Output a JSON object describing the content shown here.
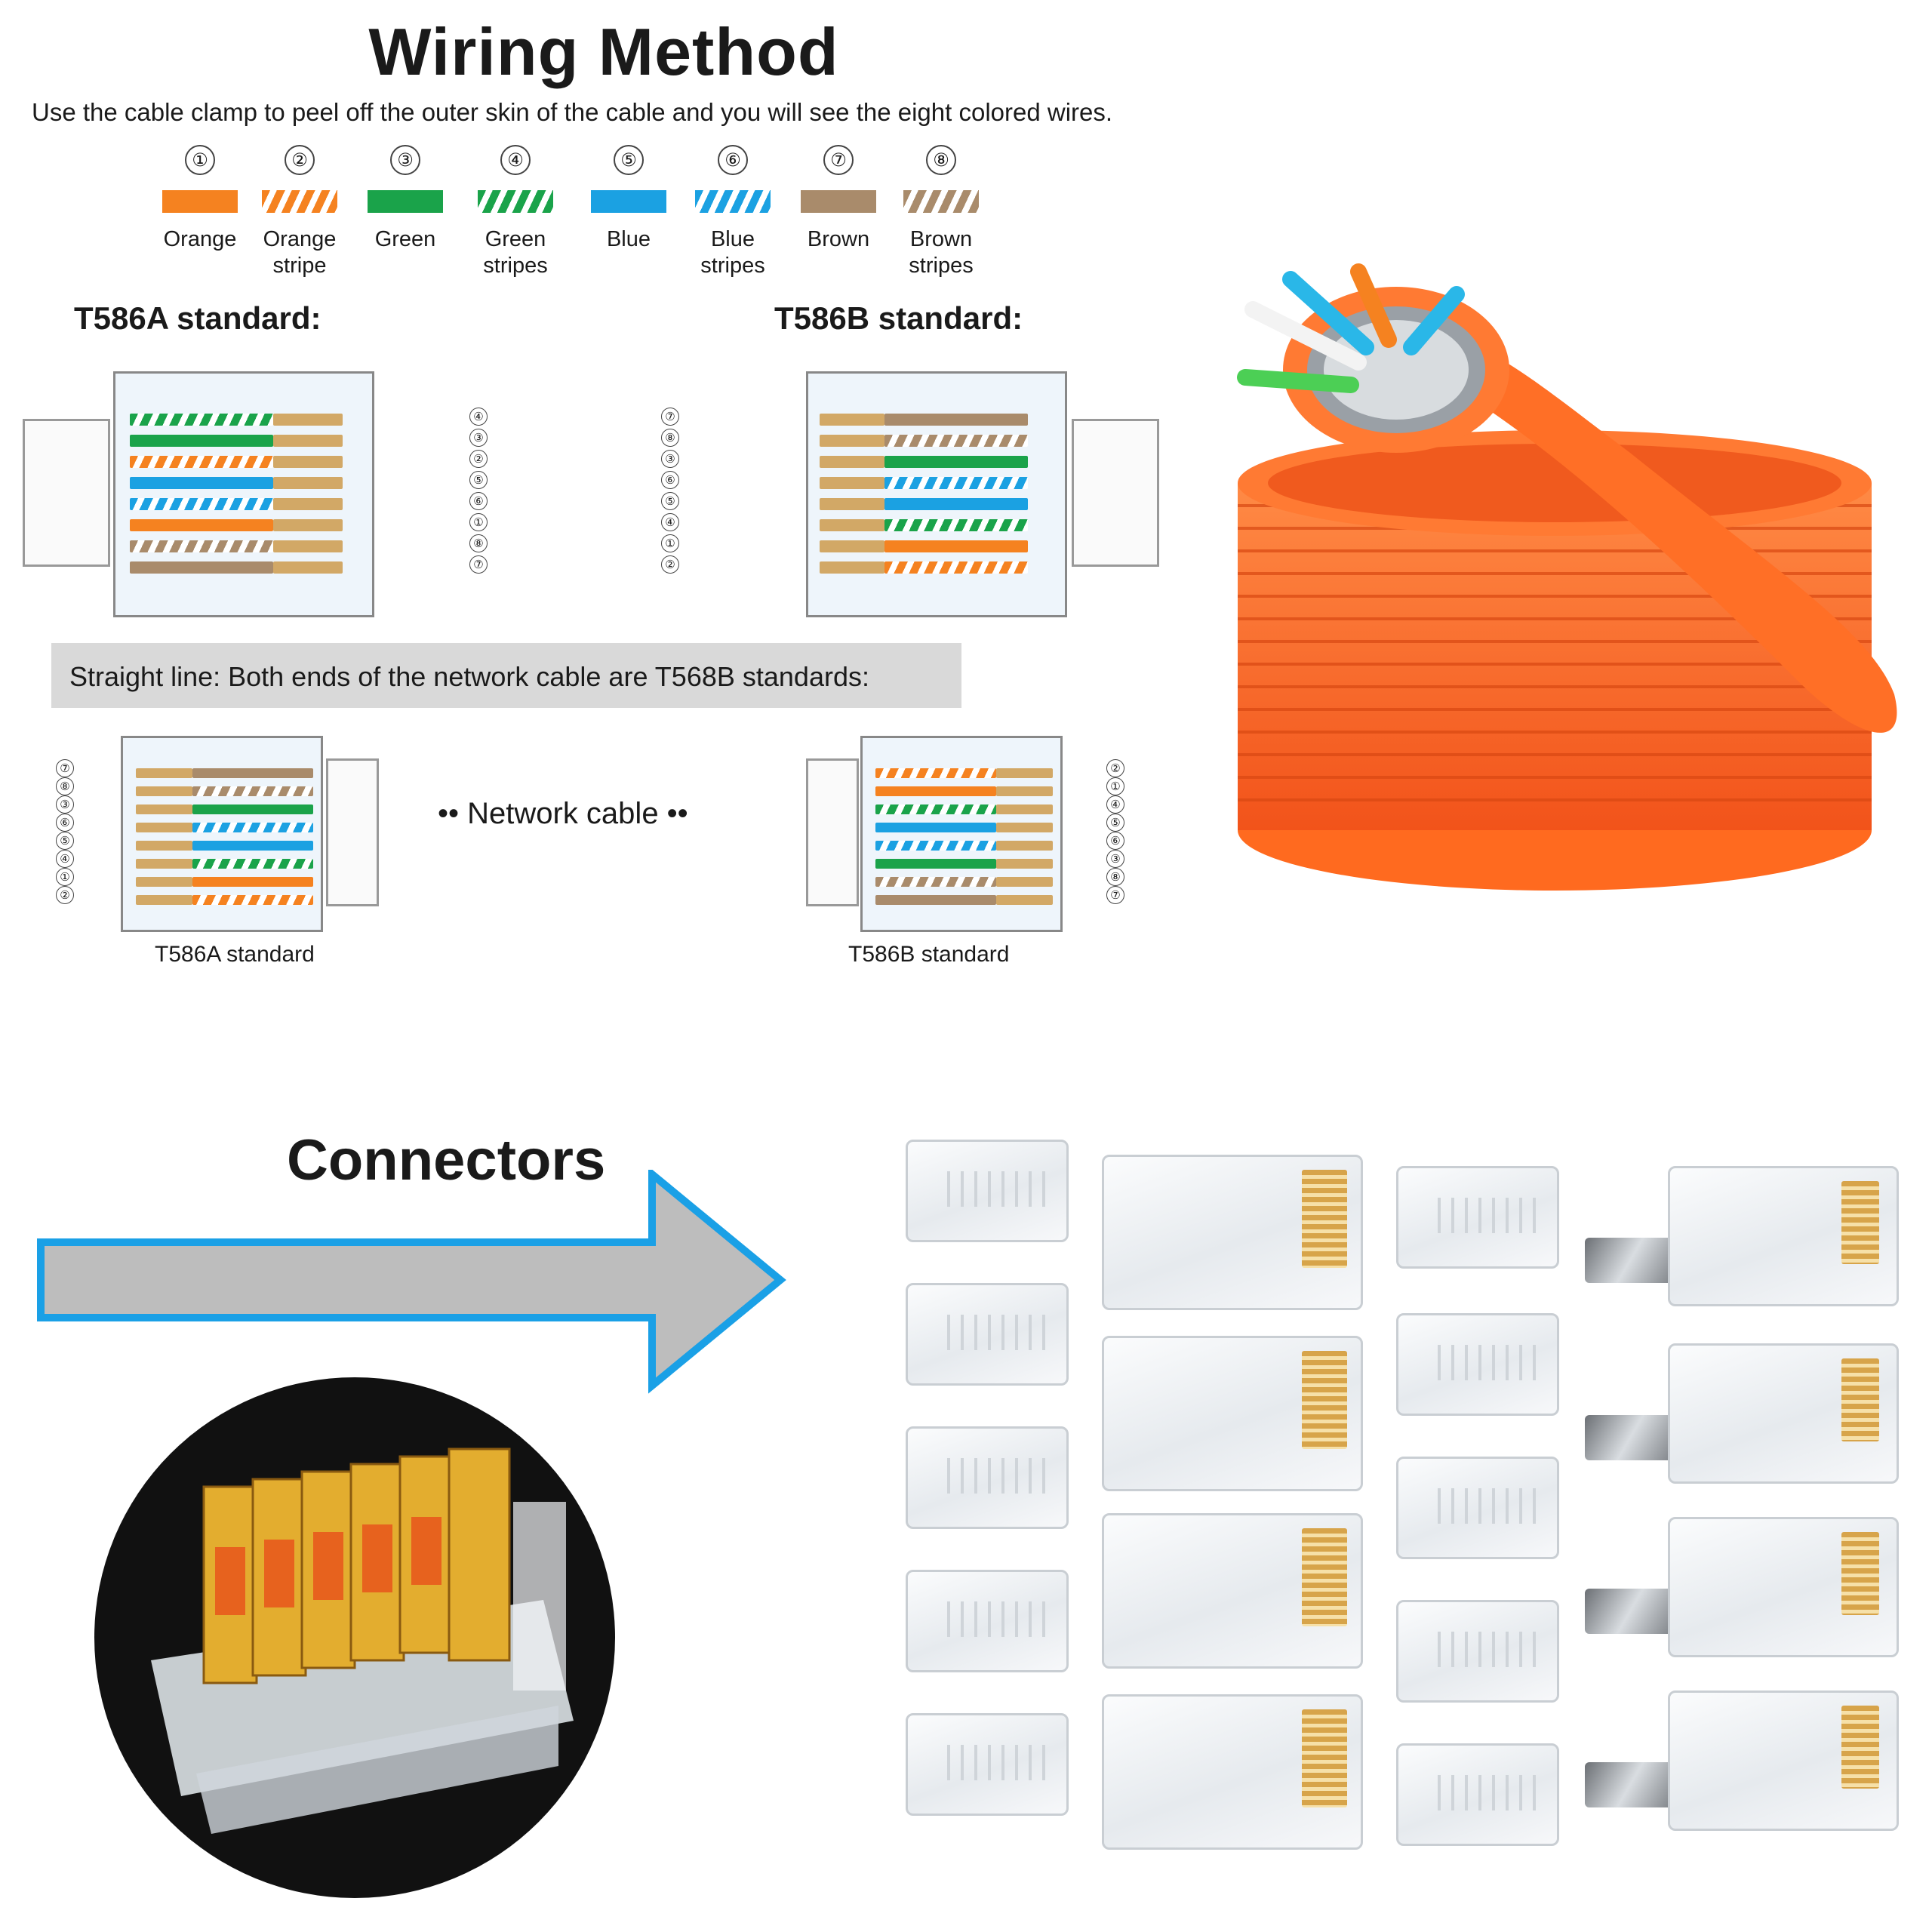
{
  "header": {
    "title": "Wiring Method",
    "subtitle": "Use the cable clamp to peel off the outer skin of the cable and you will see the eight colored wires."
  },
  "legend": [
    {
      "num": "①",
      "label": "Orange",
      "color": "#f58220",
      "striped": false
    },
    {
      "num": "②",
      "label": "Orange stripe",
      "color": "#f58220",
      "striped": true
    },
    {
      "num": "③",
      "label": "Green",
      "color": "#1aa34a",
      "striped": false
    },
    {
      "num": "④",
      "label": "Green stripes",
      "color": "#1aa34a",
      "striped": true
    },
    {
      "num": "⑤",
      "label": "Blue",
      "color": "#1ba1e2",
      "striped": false
    },
    {
      "num": "⑥",
      "label": "Blue stripes",
      "color": "#1ba1e2",
      "striped": true
    },
    {
      "num": "⑦",
      "label": "Brown",
      "color": "#a98b6b",
      "striped": false
    },
    {
      "num": "⑧",
      "label": "Brown stripes",
      "color": "#a98b6b",
      "striped": true
    }
  ],
  "standards": {
    "a_label": "T586A standard:",
    "b_label": "T586B standard:",
    "a_pins": [
      "④",
      "③",
      "②",
      "⑤",
      "⑥",
      "①",
      "⑧",
      "⑦"
    ],
    "b_pins": [
      "⑦",
      "⑧",
      "③",
      "⑥",
      "⑤",
      "④",
      "①",
      "②"
    ]
  },
  "straight": {
    "text": "Straight line: Both ends of the network cable are T568B standards:",
    "network_label": "•• Network cable ••",
    "left_pins": [
      "⑦",
      "⑧",
      "③",
      "⑥",
      "⑤",
      "④",
      "①",
      "②"
    ],
    "right_pins": [
      "②",
      "①",
      "④",
      "⑤",
      "⑥",
      "③",
      "⑧",
      "⑦"
    ],
    "left_caption": "T586A standard",
    "right_caption": "T586B standard"
  },
  "connectors": {
    "title": "Connectors",
    "arrow_color": "#bdbdbd",
    "arrow_border": "#1aa0e6"
  },
  "colors": {
    "orange": "#f58220",
    "green": "#1aa34a",
    "blue": "#1ba1e2",
    "brown": "#a98b6b",
    "cable": "#ff6a1f",
    "gold": "#d9a441"
  }
}
